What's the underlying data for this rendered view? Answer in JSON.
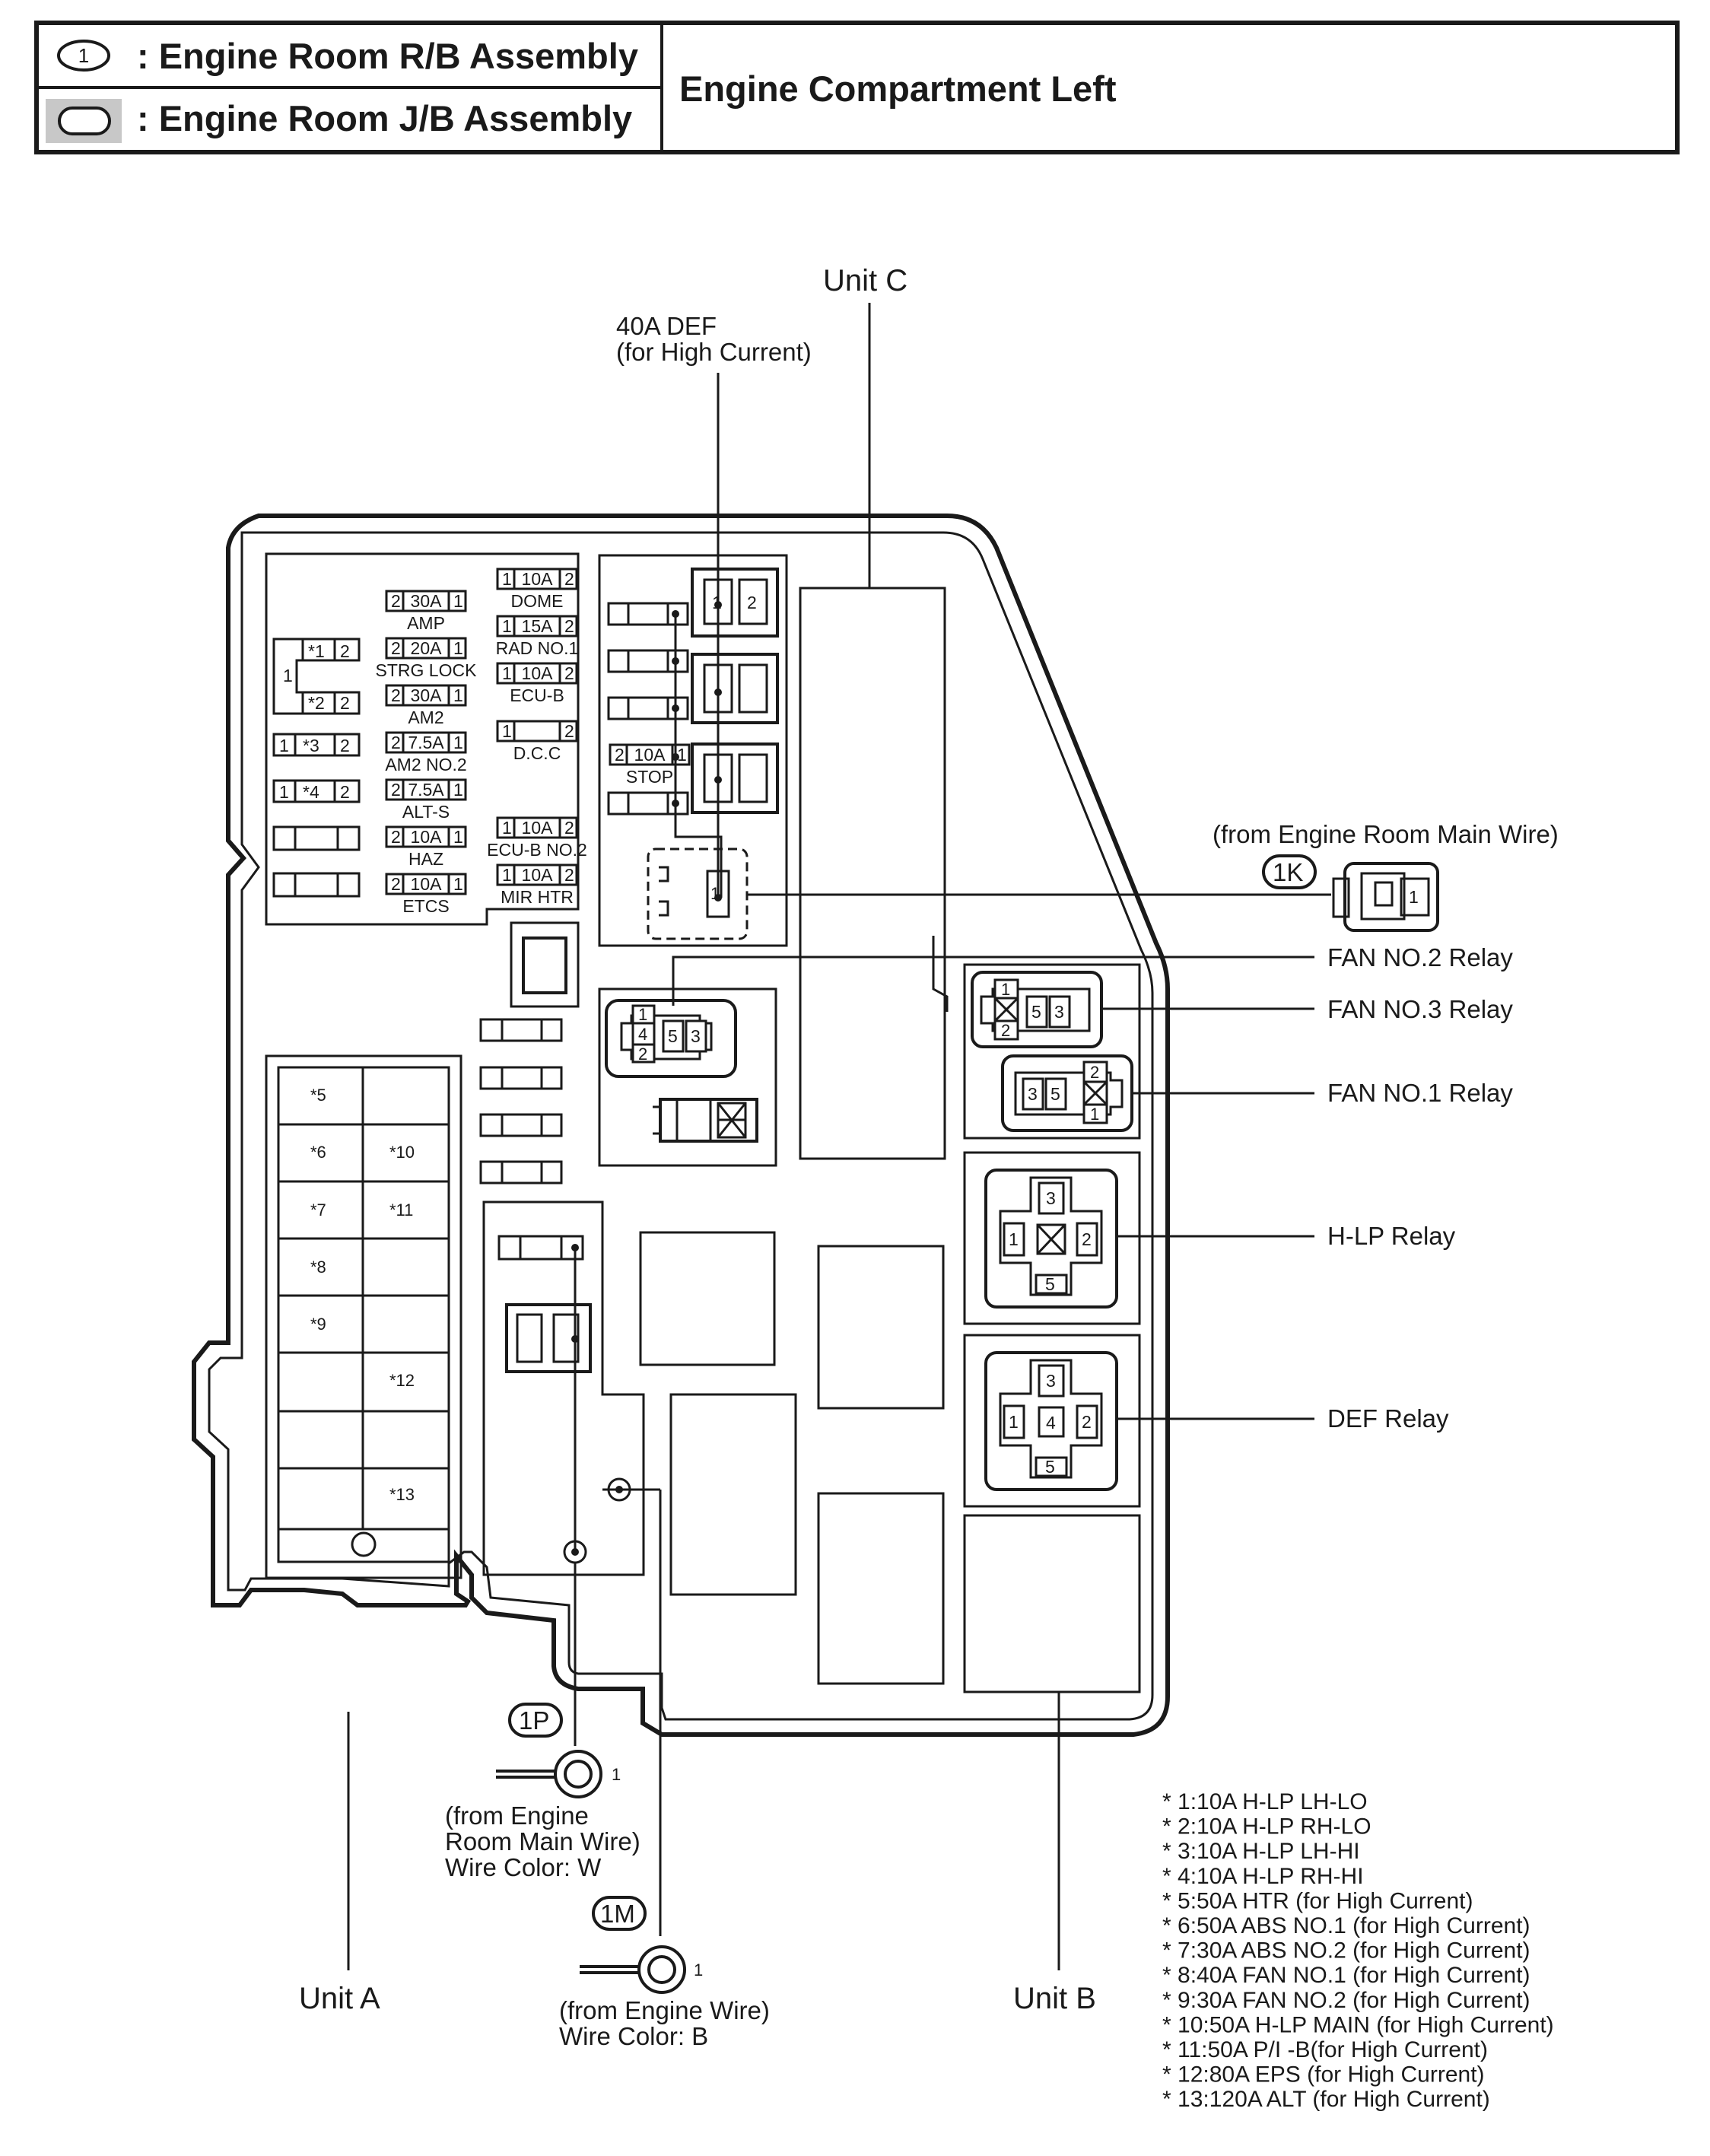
{
  "legend": {
    "rb_symbol": "1",
    "rb_label": ": Engine Room R/B Assembly",
    "jb_label": ": Engine Room J/B Assembly",
    "title": "Engine Compartment Left"
  },
  "units": {
    "a": "Unit A",
    "b": "Unit B",
    "c": "Unit C"
  },
  "callouts": {
    "def_fuse_line1": "40A DEF",
    "def_fuse_line2": "(for High Current)",
    "k1_source": "(from Engine Room Main Wire)",
    "k1_code": "1K",
    "k1_pin": "1",
    "p1_code": "1P",
    "p1_pin": "1",
    "p1_line1": "(from Engine",
    "p1_line2": "Room Main Wire)",
    "p1_line3": "Wire Color: W",
    "m1_code": "1M",
    "m1_pin": "1",
    "m1_line1": "(from Engine Wire)",
    "m1_line2": "Wire Color: B"
  },
  "relays": {
    "fan2": "FAN NO.2 Relay",
    "fan3": "FAN NO.3 Relay",
    "fan1": "FAN NO.1 Relay",
    "hlp": "H-LP Relay",
    "def": "DEF Relay"
  },
  "fuses": [
    {
      "left": "2",
      "rating": "30A",
      "right": "1",
      "name": "AMP"
    },
    {
      "left": "2",
      "rating": "20A",
      "right": "1",
      "name": "STRG LOCK"
    },
    {
      "left": "2",
      "rating": "30A",
      "right": "1",
      "name": "AM2"
    },
    {
      "left": "2",
      "rating": "7.5A",
      "right": "1",
      "name": "AM2 NO.2"
    },
    {
      "left": "2",
      "rating": "7.5A",
      "right": "1",
      "name": "ALT-S"
    },
    {
      "left": "2",
      "rating": "10A",
      "right": "1",
      "name": "HAZ"
    },
    {
      "left": "2",
      "rating": "10A",
      "right": "1",
      "name": "ETCS"
    },
    {
      "left": "1",
      "rating": "10A",
      "right": "2",
      "name": "DOME"
    },
    {
      "left": "1",
      "rating": "15A",
      "right": "2",
      "name": "RAD NO.1"
    },
    {
      "left": "1",
      "rating": "10A",
      "right": "2",
      "name": "ECU-B"
    },
    {
      "left": "1",
      "rating": "",
      "right": "2",
      "name": "D.C.C"
    },
    {
      "left": "1",
      "rating": "10A",
      "right": "2",
      "name": "ECU-B NO.2"
    },
    {
      "left": "1",
      "rating": "10A",
      "right": "2",
      "name": "MIR HTR"
    },
    {
      "left": "2",
      "rating": "10A",
      "right": "1",
      "name": "STOP"
    }
  ],
  "small_fuses": {
    "f1": "*1",
    "f2": "*2",
    "f3": "*3",
    "f4": "*4",
    "pin1": "1",
    "pin2": "2"
  },
  "unit_a_cells": [
    "*5",
    "*6",
    "*10",
    "*7",
    "*11",
    "*8",
    "*9",
    "*12",
    "*13"
  ],
  "pins": {
    "p1": "1",
    "p2": "2",
    "p3": "3",
    "p4": "4",
    "p5": "5"
  },
  "notes": [
    "* 1:10A H-LP LH-LO",
    "* 2:10A H-LP RH-LO",
    "* 3:10A H-LP LH-HI",
    "* 4:10A H-LP RH-HI",
    "* 5:50A HTR (for High Current)",
    "* 6:50A ABS NO.1 (for High Current)",
    "* 7:30A ABS NO.2 (for High Current)",
    "* 8:40A FAN NO.1 (for High Current)",
    "* 9:30A FAN NO.2 (for High Current)",
    "* 10:50A H-LP MAIN (for High Current)",
    "* 11:50A P/I -B(for High Current)",
    "* 12:80A EPS (for High Current)",
    "* 13:120A ALT (for High Current)"
  ]
}
